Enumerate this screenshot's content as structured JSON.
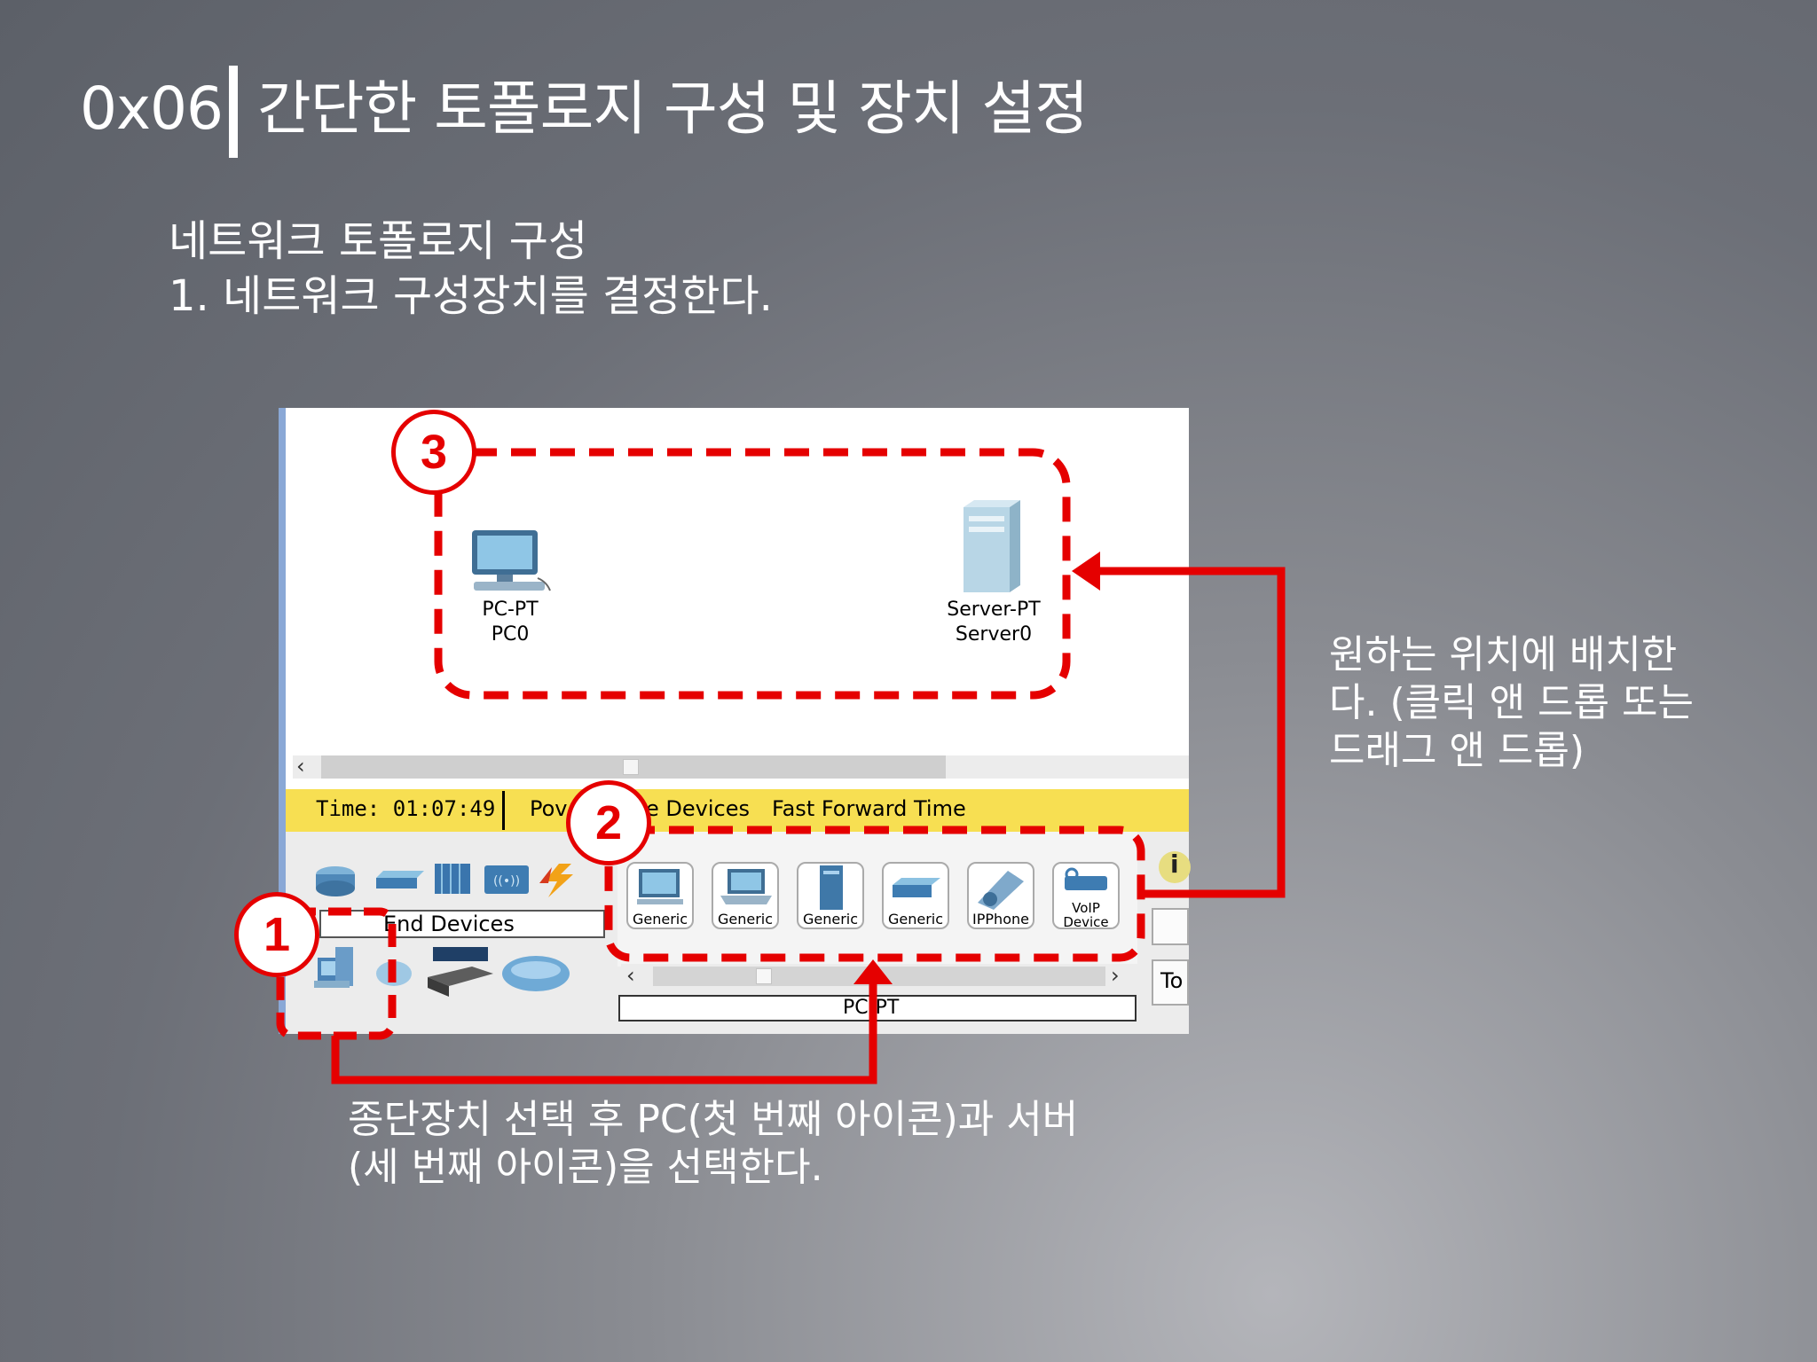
{
  "slide": {
    "code": "0x06",
    "title": "간단한 토폴로지 구성 및 장치 설정",
    "subtitle_1": "네트워크 토폴로지 구성",
    "subtitle_2": "1. 네트워크 구성장치를 결정한다."
  },
  "workspace": {
    "devices": [
      {
        "type_label": "PC-PT",
        "name_label": "PC0"
      },
      {
        "type_label": "Server-PT",
        "name_label": "Server0"
      }
    ]
  },
  "status_bar": {
    "time": "Time: 01:07:49",
    "power_partial": "Pov",
    "realtime_partial": "e Devices",
    "fast_forward": "Fast Forward Time"
  },
  "device_panel": {
    "category_label": "End Devices",
    "items": [
      {
        "label": "Generic"
      },
      {
        "label": "Generic"
      },
      {
        "label": "Generic"
      },
      {
        "label": "Generic"
      },
      {
        "label": "IPPhone"
      },
      {
        "label": "VoIP Device"
      }
    ],
    "selected_model": "PC-PT",
    "side_button_partial": "To",
    "info_glyph": "i"
  },
  "annotations": {
    "step1": "1",
    "step2": "2",
    "step3": "3",
    "note_right": [
      "원하는 위치에 배치한",
      "다. (클릭 앤 드롭 또는",
      "드래그 앤 드롭)"
    ],
    "note_bottom": [
      "종단장치 선택 후 PC(첫 번째 아이콘)과 서버",
      "(세 번째 아이콘)을 선택한다."
    ],
    "highlight_color": "#e50000"
  },
  "colors": {
    "status_bar": "#f7df52",
    "accent_red": "#e50000"
  }
}
